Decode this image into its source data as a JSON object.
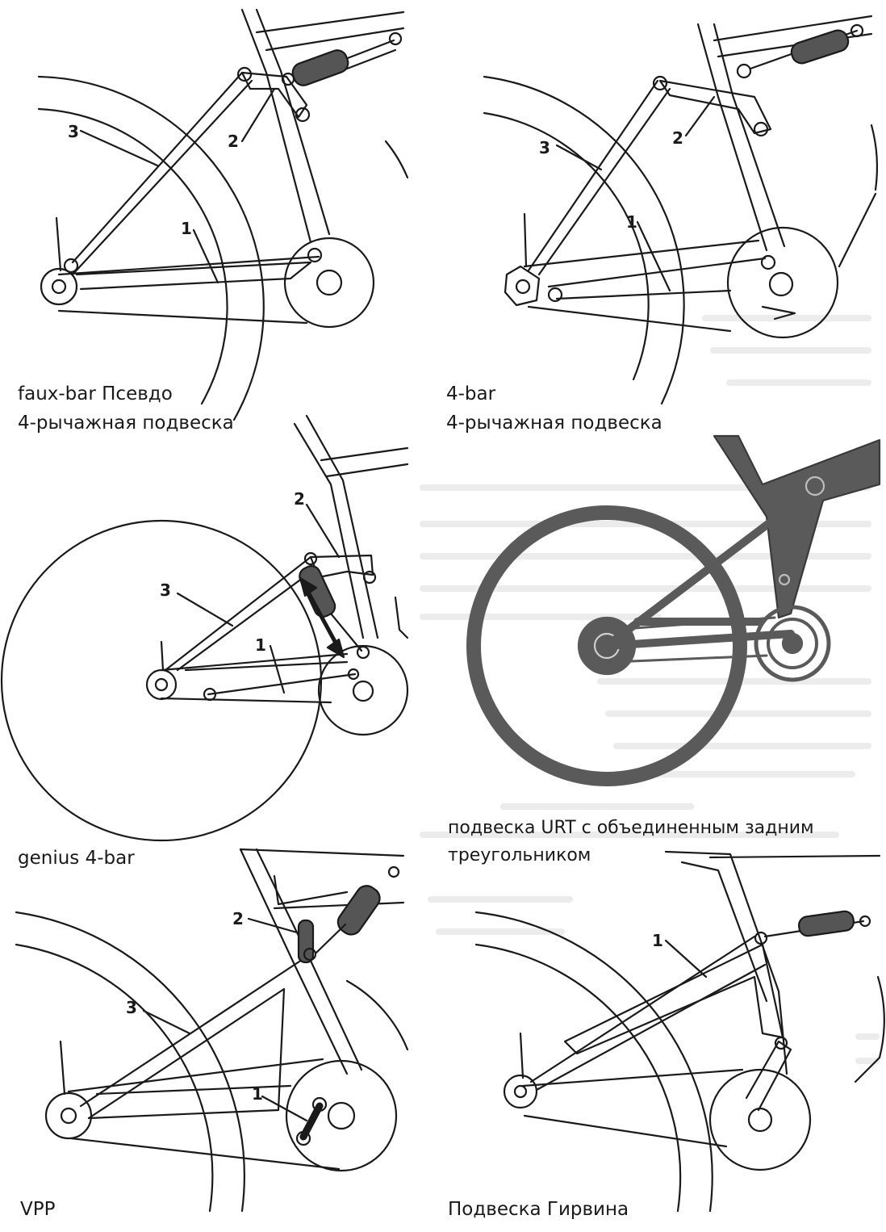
{
  "panels": [
    {
      "id": "faux-bar",
      "caption_line1": "faux-bar Псевдо",
      "caption_line2": "4-рычажная подвеска",
      "callouts": [
        "1",
        "2",
        "3"
      ]
    },
    {
      "id": "four-bar",
      "caption_line1": "4-bar",
      "caption_line2": "4-рычажная подвеска",
      "callouts": [
        "1",
        "2",
        "3"
      ]
    },
    {
      "id": "genius",
      "caption_line1": "genius 4-bar",
      "callouts": [
        "1",
        "2",
        "3"
      ]
    },
    {
      "id": "urt",
      "caption_line1": "подвеска URT с объединенным задним",
      "caption_line2": "треугольником"
    },
    {
      "id": "vpp",
      "caption_line1": "VPP",
      "callouts": [
        "1",
        "2",
        "3"
      ]
    },
    {
      "id": "girvin",
      "caption_line1": "Подвеска Гирвина",
      "callouts": [
        "1"
      ]
    }
  ],
  "colors": {
    "ink": "#1a1a1a",
    "shock": "#555555",
    "urt_fill": "#5a5a5a",
    "ghost_text": "#ececec"
  }
}
